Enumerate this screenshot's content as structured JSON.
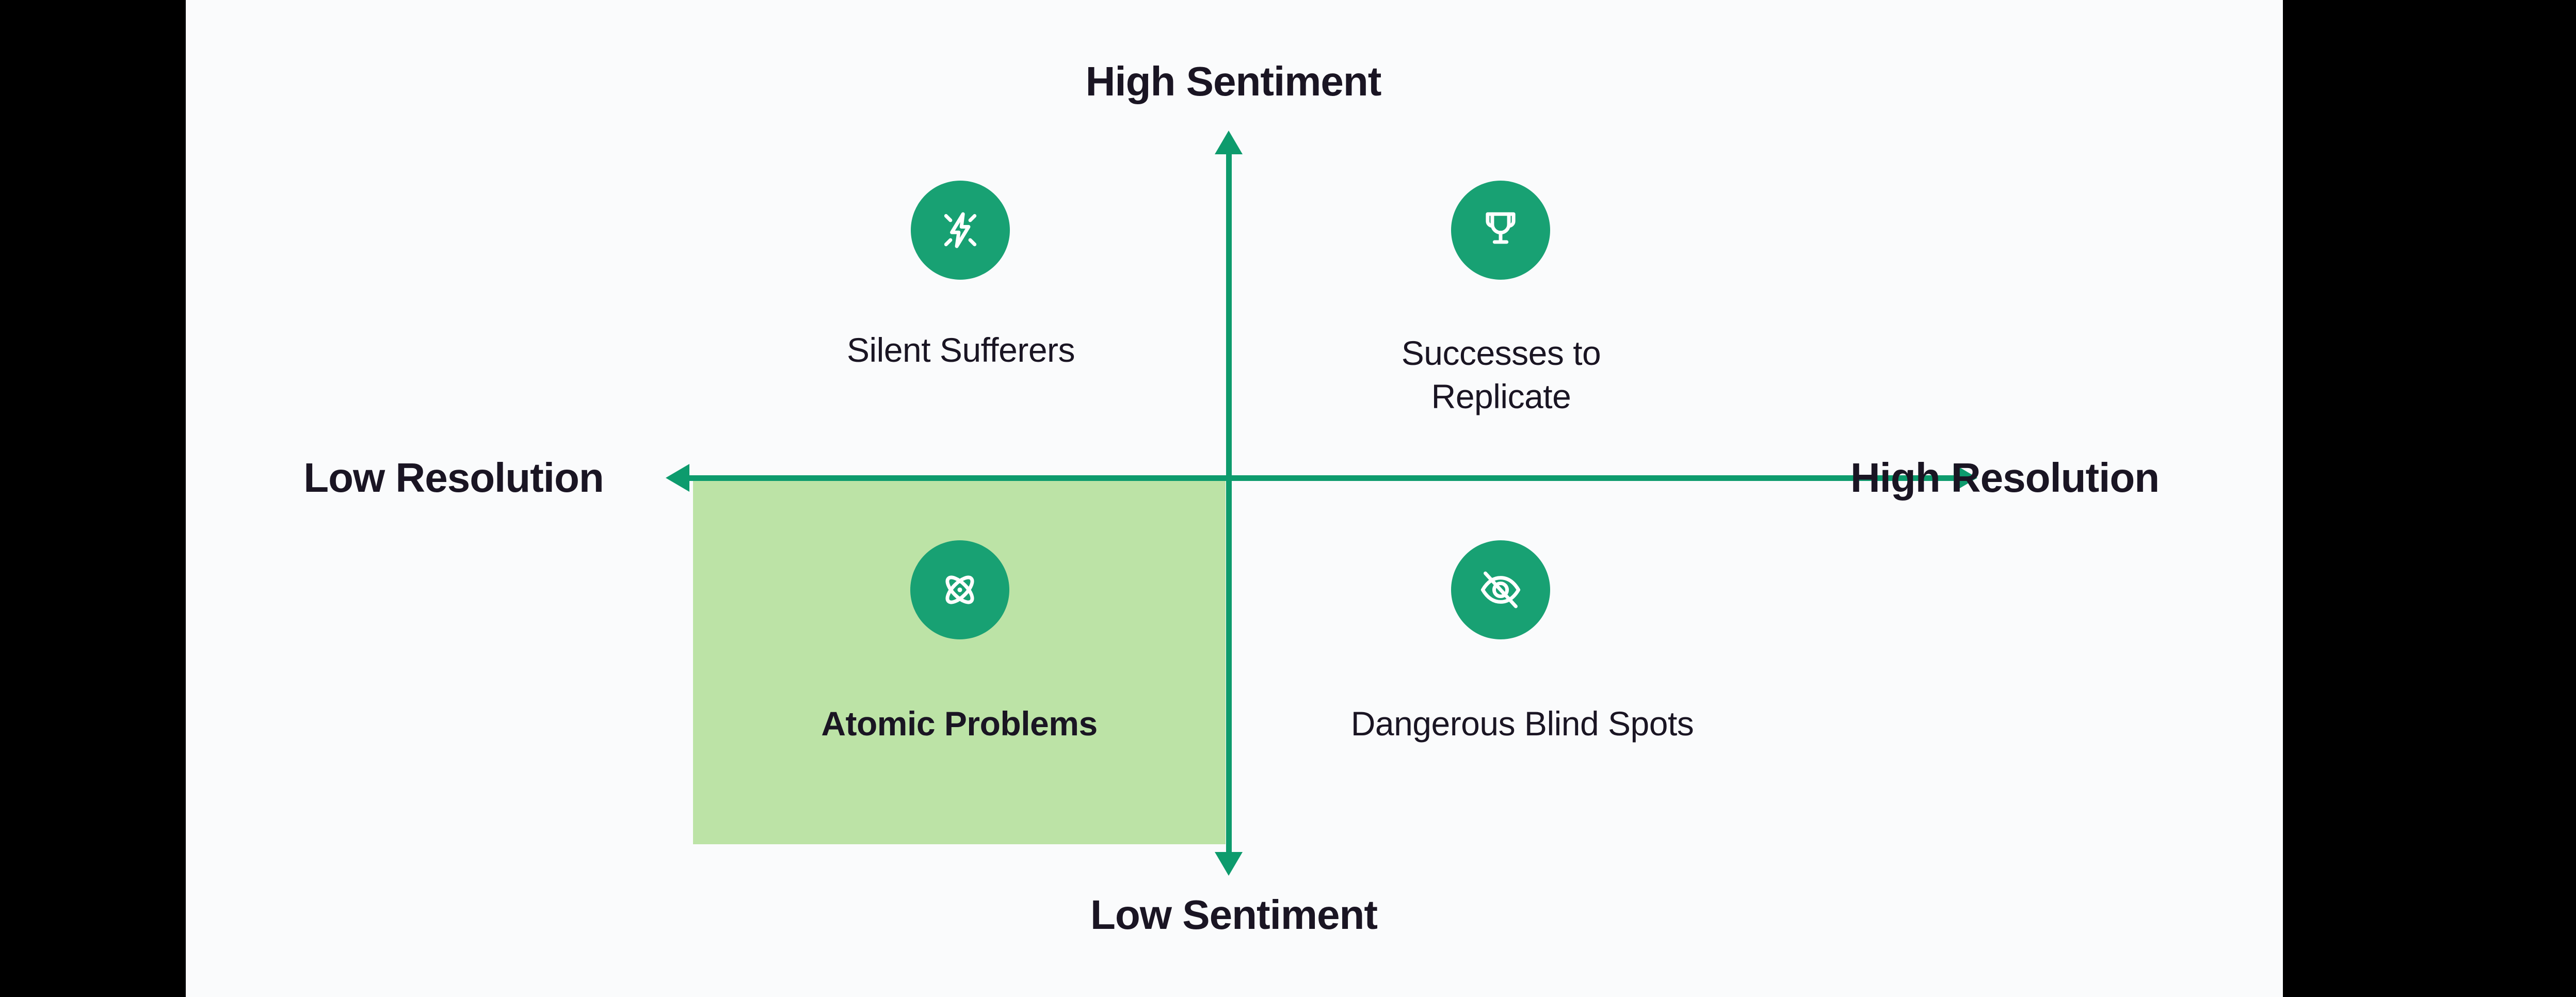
{
  "colors": {
    "frame": "#000000",
    "canvas": "#fafbfc",
    "axis": "#0d9b6d",
    "icon_circle": "#18a173",
    "quadrant_highlight": "#bce3a6",
    "text": "#1a1523"
  },
  "axes": {
    "top_label": "High Sentiment",
    "bottom_label": "Low Sentiment",
    "left_label": "Low Resolution",
    "right_label": "High Resolution"
  },
  "quadrants": {
    "top_left": {
      "label": "Silent Sufferers",
      "icon": "spark-icon",
      "highlighted": false
    },
    "top_right": {
      "label": "Successes to Replicate",
      "icon": "trophy-icon",
      "highlighted": false
    },
    "bottom_left": {
      "label": "Atomic Problems",
      "icon": "atom-icon",
      "highlighted": true
    },
    "bottom_right": {
      "label": "Dangerous Blind Spots",
      "icon": "eye-off-icon",
      "highlighted": false
    }
  }
}
